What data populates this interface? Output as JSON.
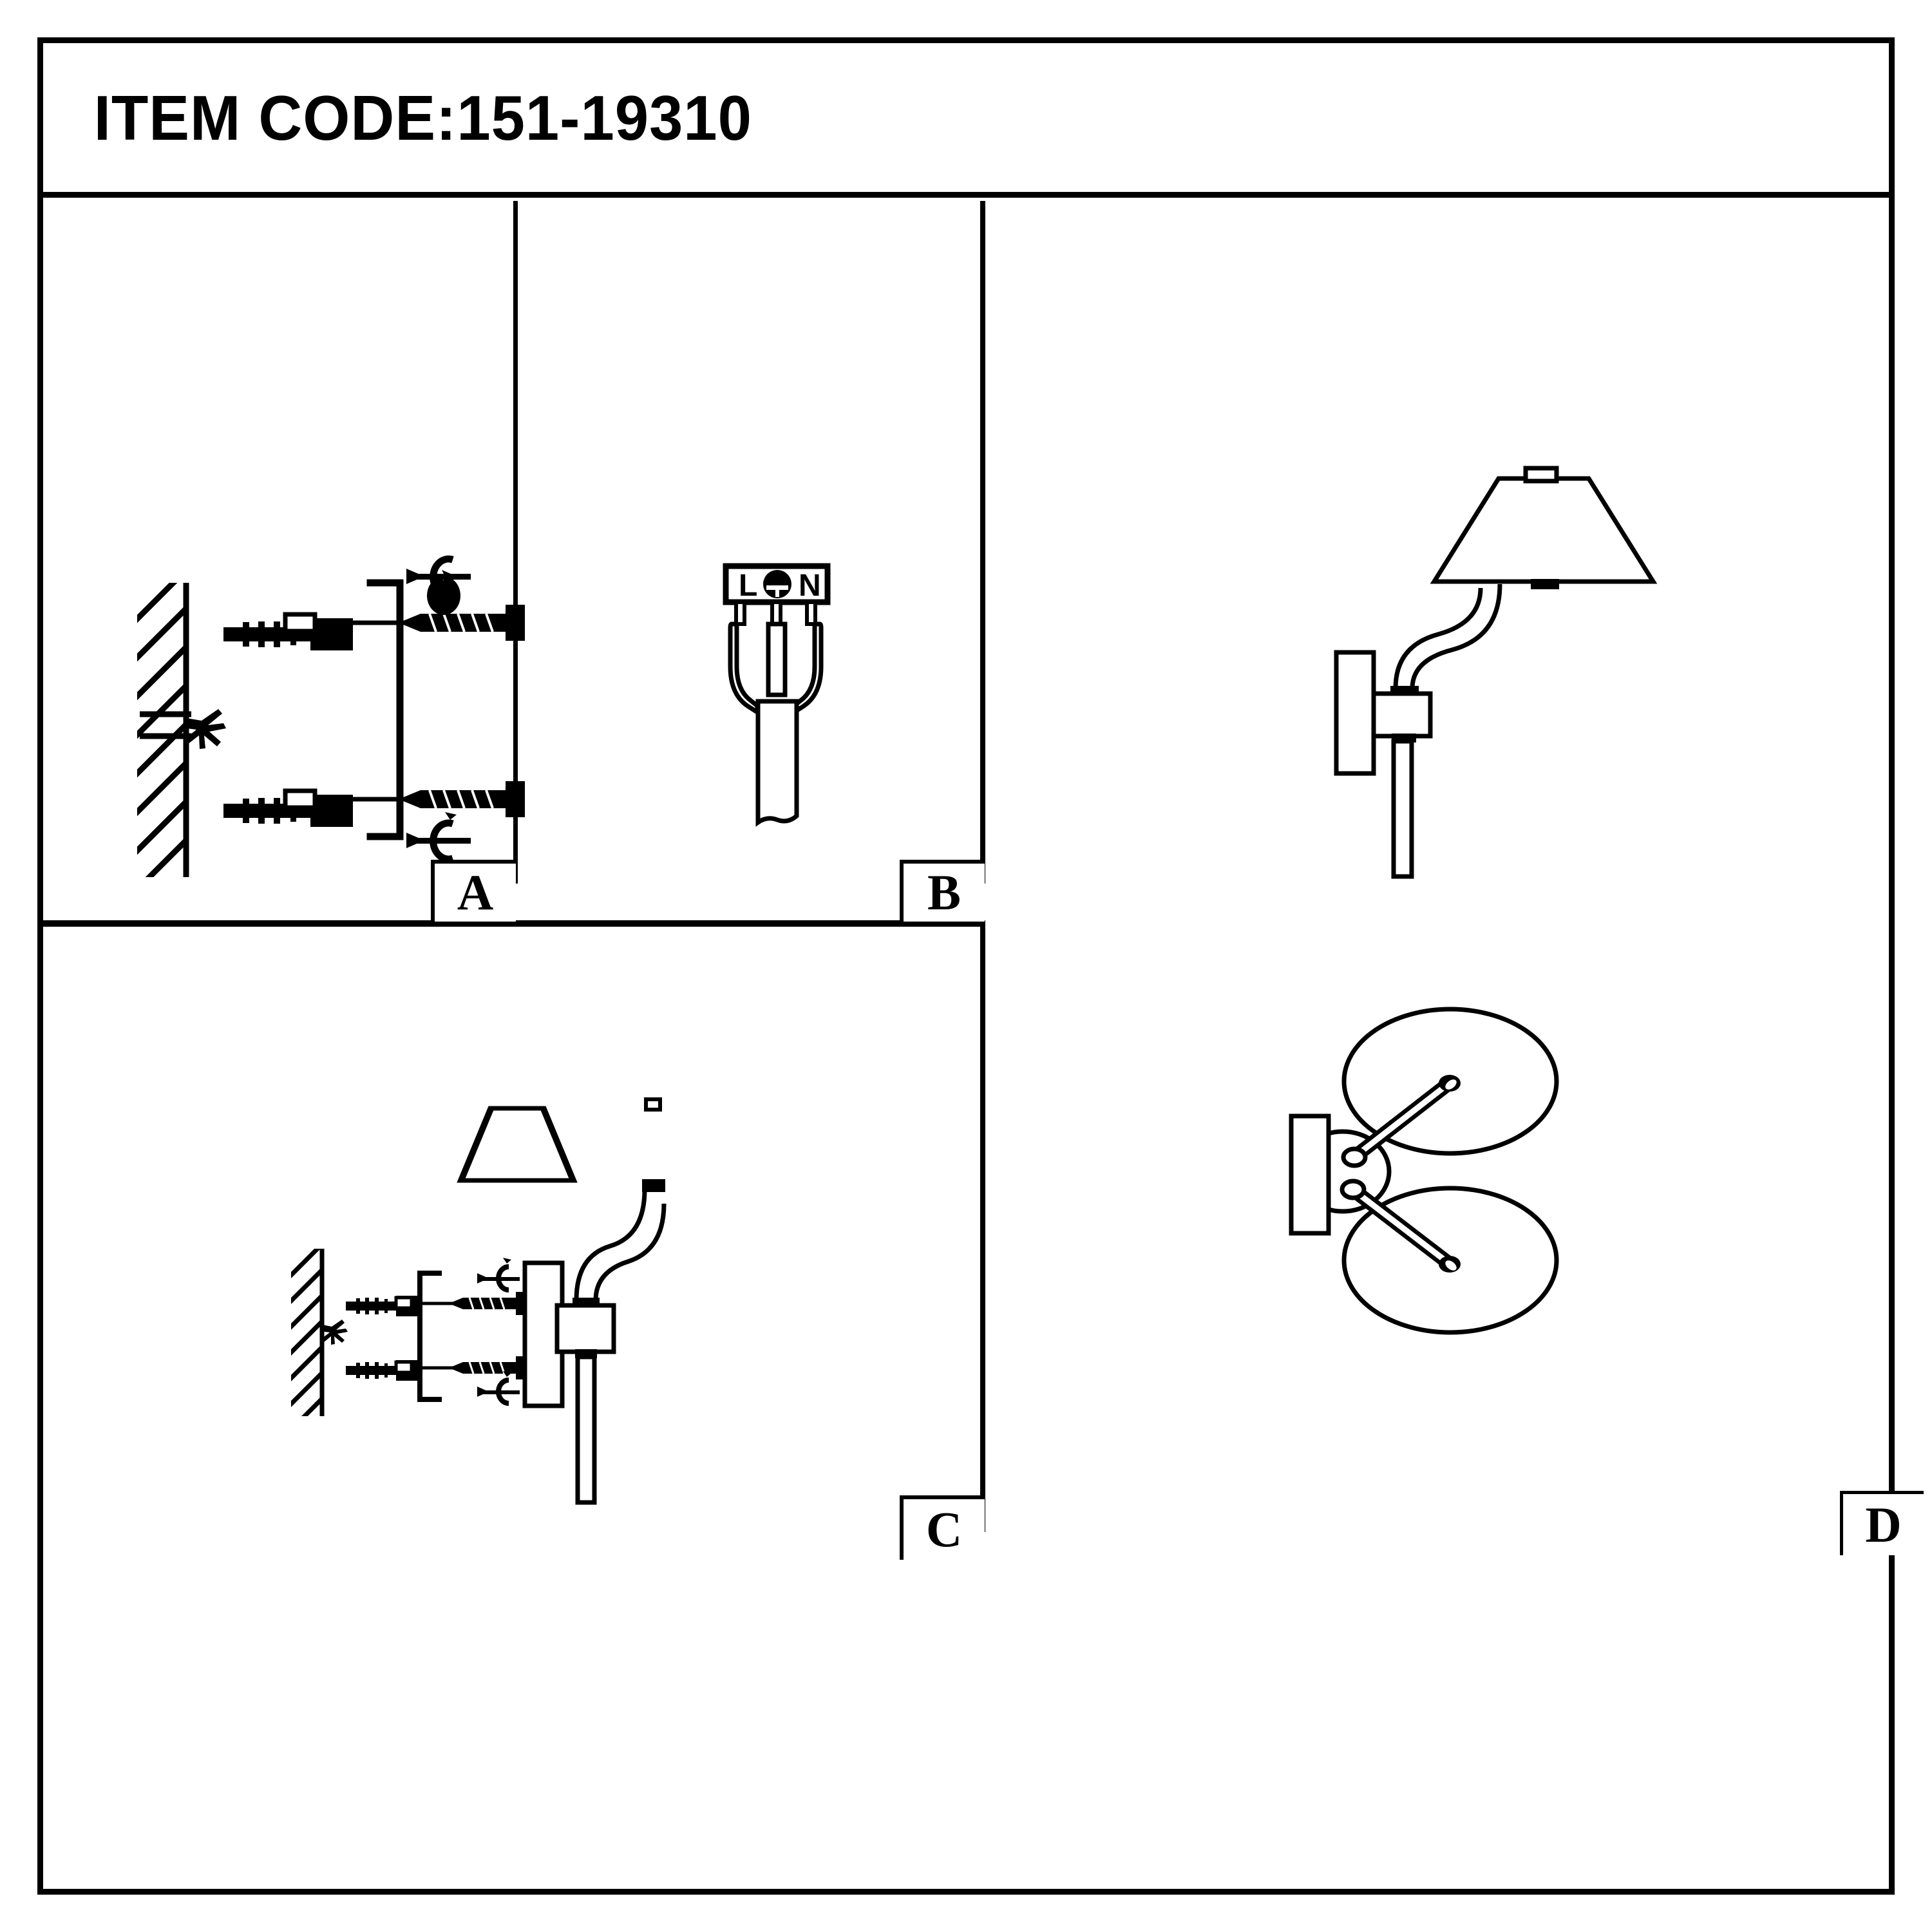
{
  "document": {
    "type": "assembly-instruction-sheet",
    "title_label": "ITEM CODE:151-19310",
    "item_code": "151-19310",
    "background_color": "#ffffff",
    "line_color": "#000000"
  },
  "panels": [
    {
      "id": "A",
      "letter": "A",
      "position": "top-left",
      "content": "Wall section with hatching; two wall anchors (plugs) inserted into wall, two screws with flat heads aligned to them, and rotation (turn/tighten) arrow symbols.",
      "components": [
        "hatched-wall",
        "wall-anchor",
        "wall-anchor",
        "screw",
        "screw",
        "rotation-arrow",
        "rotation-arrow",
        "bracket-outline"
      ]
    },
    {
      "id": "B",
      "letter": "B",
      "position": "top-middle",
      "content": "Terminal block with three marked terminals and a three-core cable with stripped conductors.",
      "terminal_labels": [
        "L",
        "earth",
        "N"
      ],
      "conductor_count": 3
    },
    {
      "id": "C",
      "letter": "C",
      "position": "bottom-left",
      "content": "Hatched wall with anchors and screws, mounting the wall lamp body plate; lamp with trapezoid shade and curved arm attached.",
      "components": [
        "hatched-wall",
        "wall-anchor",
        "wall-anchor",
        "screw",
        "screw",
        "rotation-arrow",
        "rotation-arrow",
        "wall-plate",
        "lamp-body",
        "curved-arm",
        "lamp-shade",
        "pull-rod"
      ]
    },
    {
      "id": "D",
      "letter": "D",
      "position": "right",
      "content": "Finished wall lamp side elevation (top) and top-view swing/rotation range diagram with two circular arcs (bottom).",
      "components": [
        "lamp-shade",
        "shade-finial",
        "curved-arm",
        "wall-plate",
        "lamp-body",
        "pull-rod",
        "swing-circle",
        "swing-circle",
        "arm-top-view",
        "arm-top-view"
      ]
    }
  ],
  "labels": {
    "panel_a": "A",
    "panel_b": "B",
    "panel_c": "C",
    "panel_d": "D",
    "terminal_live": "L",
    "terminal_neutral": "N",
    "terminal_earth_symbol": "earth-mark"
  }
}
